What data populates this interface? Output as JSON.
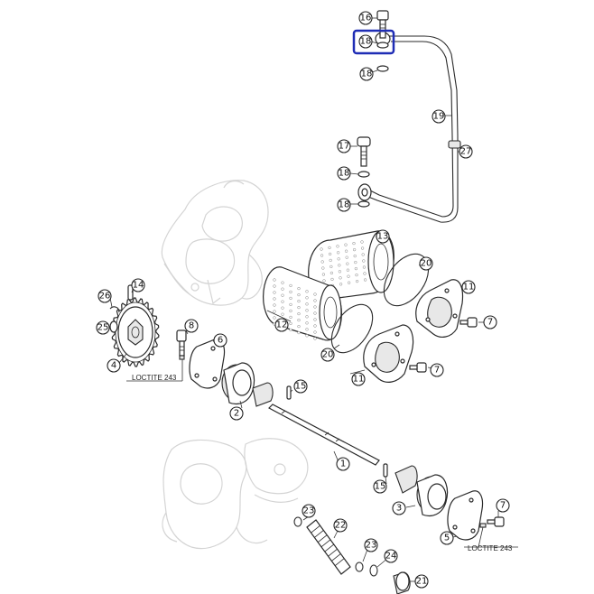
{
  "diagram": {
    "callouts": [
      {
        "id": "c16",
        "label": "16"
      },
      {
        "id": "c18a",
        "label": "18"
      },
      {
        "id": "c18b",
        "label": "18"
      },
      {
        "id": "c19",
        "label": "19"
      },
      {
        "id": "c27",
        "label": "27"
      },
      {
        "id": "c17",
        "label": "17"
      },
      {
        "id": "c18c",
        "label": "18"
      },
      {
        "id": "c18d",
        "label": "18"
      },
      {
        "id": "c13",
        "label": "13"
      },
      {
        "id": "c20a",
        "label": "20"
      },
      {
        "id": "c11a",
        "label": "11"
      },
      {
        "id": "c7a",
        "label": "7"
      },
      {
        "id": "c12",
        "label": "12"
      },
      {
        "id": "c20b",
        "label": "20"
      },
      {
        "id": "c11b",
        "label": "11"
      },
      {
        "id": "c7b",
        "label": "7"
      },
      {
        "id": "c14",
        "label": "14"
      },
      {
        "id": "c26",
        "label": "26"
      },
      {
        "id": "c25",
        "label": "25"
      },
      {
        "id": "c4",
        "label": "4"
      },
      {
        "id": "c8",
        "label": "8"
      },
      {
        "id": "c6",
        "label": "6"
      },
      {
        "id": "c15a",
        "label": "15"
      },
      {
        "id": "c2",
        "label": "2"
      },
      {
        "id": "c1",
        "label": "1"
      },
      {
        "id": "c15b",
        "label": "15"
      },
      {
        "id": "c3",
        "label": "3"
      },
      {
        "id": "c7c",
        "label": "7"
      },
      {
        "id": "c5",
        "label": "5"
      },
      {
        "id": "c23a",
        "label": "23"
      },
      {
        "id": "c22",
        "label": "22"
      },
      {
        "id": "c23b",
        "label": "23"
      },
      {
        "id": "c24",
        "label": "24"
      },
      {
        "id": "c21",
        "label": "21"
      }
    ],
    "notes": [
      {
        "id": "loctite1",
        "text": "LOCTITE 243"
      },
      {
        "id": "loctite2",
        "text": "LOCTITE 243"
      }
    ],
    "highlight": {
      "callout": "c18a",
      "color": "#1f2db5"
    }
  }
}
